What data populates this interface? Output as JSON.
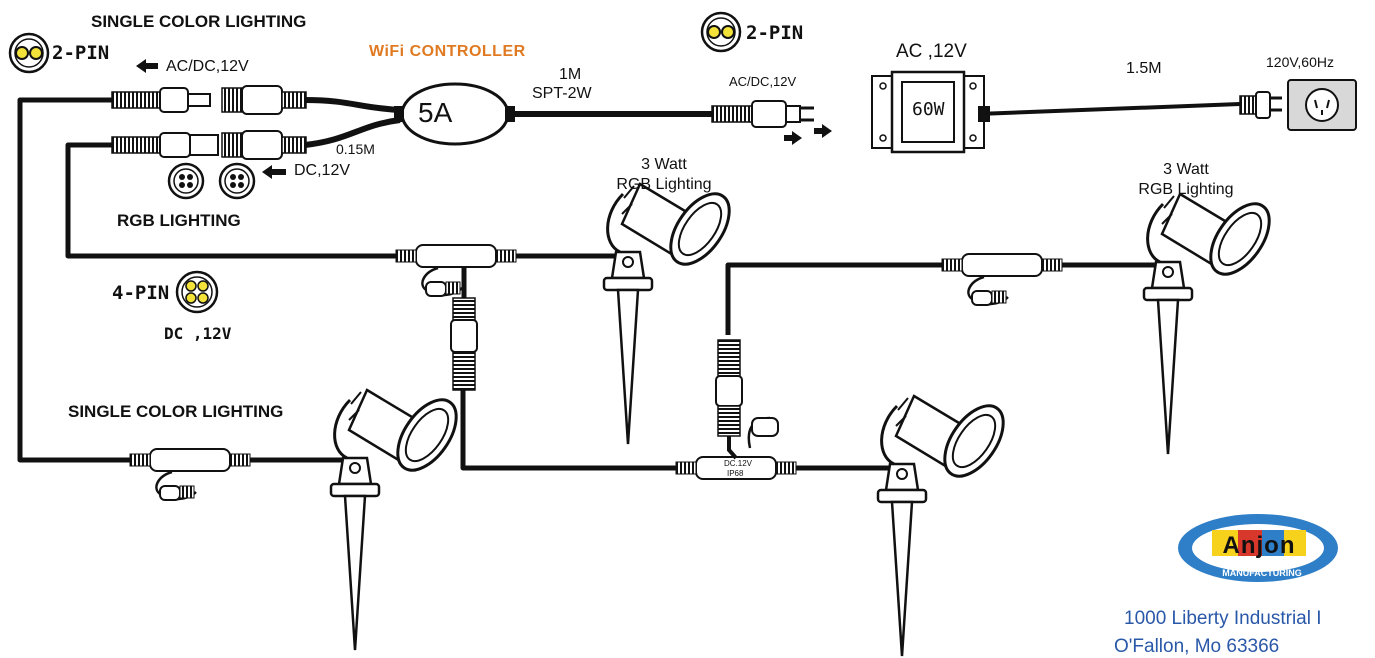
{
  "labels": {
    "single_color_top": "SINGLE COLOR LIGHTING",
    "pin2_left": "2-PIN",
    "acdc_left": "AC/DC,12V",
    "wifi_controller": "WiFi CONTROLLER",
    "controller_rating": "5A",
    "cable_1m": "1M",
    "spt2w": "SPT-2W",
    "pin2_top": "2-PIN",
    "acdc_right": "AC/DC,12V",
    "ac12v": "AC ,12V",
    "adapter_watt": "60W",
    "cable_15m": "1.5M",
    "mains": "120V,60Hz",
    "len_015m": "0.15M",
    "dc12v_arrow": "DC,12V",
    "rgb_lighting": "RGB LIGHTING",
    "pin4": "4-PIN",
    "dc12v_4pin": "DC ,12V",
    "rgb_lamp_1_line1": "3 Watt",
    "rgb_lamp_1_line2": "RGB Lighting",
    "rgb_lamp_2_line1": "3 Watt",
    "rgb_lamp_2_line2": "RGB Lighting",
    "single_color_bottom": "SINGLE COLOR LIGHTING",
    "tee_ip68": "IP68",
    "tee_dc12v": "DC.12V"
  },
  "logo": {
    "text": "Anjon",
    "subtitle": "MANUFACTURING"
  },
  "address": {
    "line1": "1000 Liberty Industrial I",
    "line2": "O'Fallon, Mo 63366"
  },
  "colors": {
    "cable": "#111111",
    "pin_yellow": "#f2e23a",
    "wifi_orange": "#e07a22",
    "address_blue": "#2a58a8",
    "logo_blue": "#2e7fc7",
    "logo_yellow": "#f7d21c",
    "logo_red": "#d8382b"
  },
  "icons": [
    "2-pin-connector-icon",
    "4-pin-connector-icon",
    "spot-light-icon",
    "t-connector-icon",
    "power-adapter-icon",
    "wall-outlet-icon",
    "plug-icon",
    "arrow-icon"
  ]
}
